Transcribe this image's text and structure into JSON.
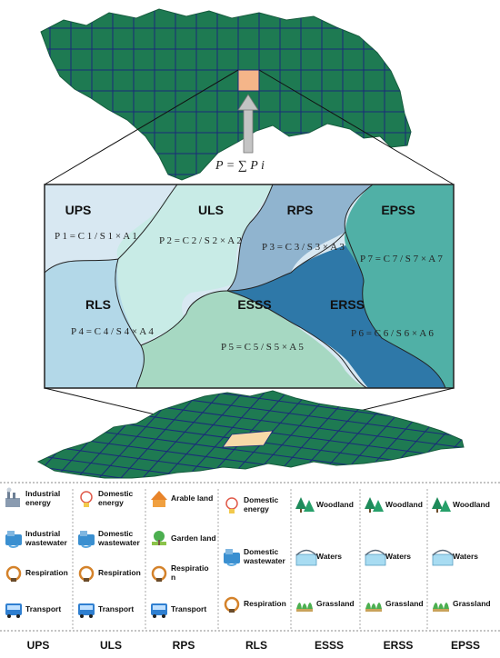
{
  "top_map": {
    "formula": "P = ∑ P i"
  },
  "zones": [
    {
      "id": "ups",
      "label": "UPS",
      "formula": "P 1 = C 1 / S 1 × A 1",
      "color": "#d8e8f2"
    },
    {
      "id": "uls",
      "label": "ULS",
      "formula": "P 2 = C 2 / S 2 × A 2",
      "color": "#c8ebe6"
    },
    {
      "id": "rps",
      "label": "RPS",
      "formula": "P 3 = C 3 / S 3 × A 3",
      "color": "#90b4cf"
    },
    {
      "id": "epss",
      "label": "EPSS",
      "formula": "P 7 = C 7 / S 7 × A 7",
      "color": "#50b0a6"
    },
    {
      "id": "rls",
      "label": "RLS",
      "formula": "P 4 = C 4 / S 4 × A 4",
      "color": "#b3d8e8"
    },
    {
      "id": "esss",
      "label": "ESSS",
      "formula": "P 5 = C 5 / S 5 × A 5",
      "color": "#a6d8c2"
    },
    {
      "id": "erss",
      "label": "ERSS",
      "formula": "P 6 = C 6 / S 6 × A 6",
      "color": "#2e78a8"
    }
  ],
  "legend": {
    "columns": [
      {
        "title": "UPS",
        "items": [
          {
            "icon": "factory-icon",
            "label": "Industrial energy"
          },
          {
            "icon": "wastewater-pipe-icon",
            "label": "Industrial wastewater"
          },
          {
            "icon": "respiration-icon",
            "label": "Respiration"
          },
          {
            "icon": "bus-icon",
            "label": "Transport"
          }
        ]
      },
      {
        "title": "ULS",
        "items": [
          {
            "icon": "lamp-icon",
            "label": "Domestic energy"
          },
          {
            "icon": "wastewater-pipe-icon",
            "label": "Domestic wastewater"
          },
          {
            "icon": "respiration-icon",
            "label": "Respiration"
          },
          {
            "icon": "bus-icon",
            "label": "Transport"
          }
        ]
      },
      {
        "title": "RPS",
        "items": [
          {
            "icon": "arable-land-icon",
            "label": "Arable land"
          },
          {
            "icon": "garden-icon",
            "label": "Garden land"
          },
          {
            "icon": "respiration-icon",
            "label": "Respiration"
          },
          {
            "icon": "bus-icon",
            "label": "Transport"
          }
        ]
      },
      {
        "title": "RLS",
        "items": [
          {
            "icon": "lamp-icon",
            "label": "Domestic energy"
          },
          {
            "icon": "wastewater-pipe-icon",
            "label": "Domestic wastewater"
          },
          {
            "icon": "respiration-icon",
            "label": "Respiration"
          }
        ]
      },
      {
        "title": "ESSS",
        "items": [
          {
            "icon": "tree-icon",
            "label": "Woodland"
          },
          {
            "icon": "bridge-water-icon",
            "label": "Waters"
          },
          {
            "icon": "grass-icon",
            "label": "Grassland"
          }
        ]
      },
      {
        "title": "ERSS",
        "items": [
          {
            "icon": "tree-icon",
            "label": "Woodland"
          },
          {
            "icon": "bridge-water-icon",
            "label": "Waters"
          },
          {
            "icon": "grass-icon",
            "label": "Grassland"
          }
        ]
      },
      {
        "title": "EPSS",
        "items": [
          {
            "icon": "tree-icon",
            "label": "Woodland"
          },
          {
            "icon": "bridge-water-icon",
            "label": "Waters"
          },
          {
            "icon": "grass-icon",
            "label": "Grassland"
          }
        ]
      }
    ]
  },
  "colors": {
    "map_green": "#1e7a52",
    "grid_line": "#1a2a7a",
    "highlight_cell": "#f5b589",
    "bottom_highlight": "#f7d9a8",
    "arrow_fill": "#c4c4c4"
  }
}
